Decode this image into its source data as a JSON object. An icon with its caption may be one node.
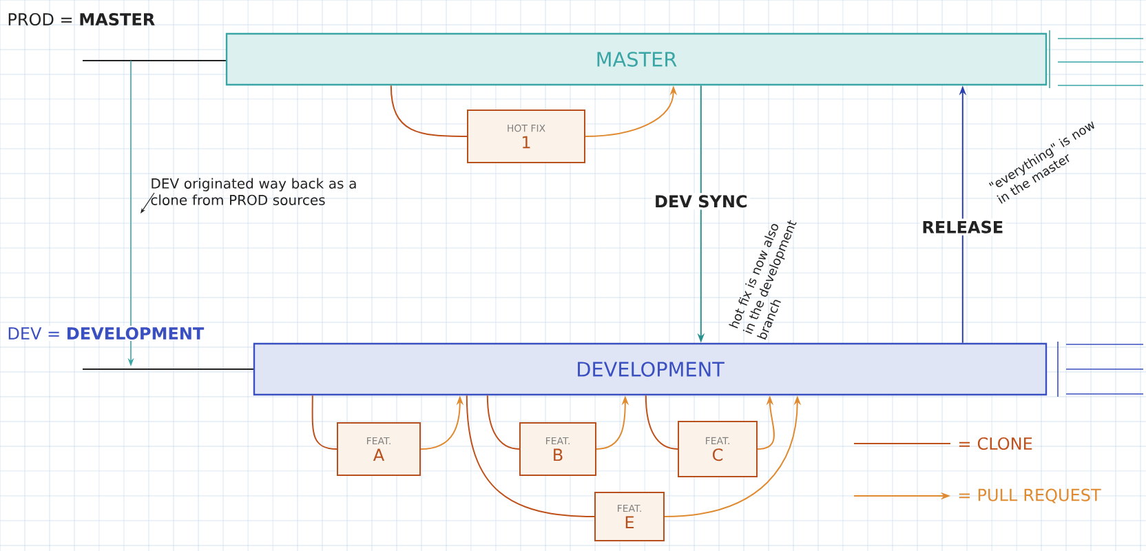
{
  "diagram": {
    "nodes": [
      {
        "text": [
          "MASTER"
        ]
      },
      {
        "text": [
          "HOT FIX",
          "1"
        ]
      },
      {
        "text": [
          "DEVELOPMENT"
        ]
      },
      {
        "text": [
          "FEAT.",
          "A"
        ]
      },
      {
        "text": [
          "FEAT.",
          "B"
        ]
      },
      {
        "text": [
          "FEAT.",
          "C"
        ]
      },
      {
        "text": [
          "FEAT.",
          "E"
        ]
      }
    ],
    "edges": [
      {
        "from": 0,
        "to": 1,
        "arrow": "none",
        "color": "#c0501a"
      },
      {
        "from": 1,
        "to": 0,
        "arrow": "to",
        "color": "#e08a30"
      },
      {
        "from": 0,
        "to": 2,
        "arrow": "to",
        "label": "DEV SYNC",
        "color": "#2a8f8f"
      },
      {
        "from": 2,
        "to": 0,
        "arrow": "to",
        "label": "RELEASE",
        "color": "#2a3fb0"
      },
      {
        "from": 2,
        "to": 3,
        "arrow": "none",
        "color": "#c0501a"
      },
      {
        "from": 3,
        "to": 2,
        "arrow": "to",
        "color": "#e08a30"
      },
      {
        "from": 2,
        "to": 4,
        "arrow": "none",
        "color": "#c0501a"
      },
      {
        "from": 4,
        "to": 2,
        "arrow": "to",
        "color": "#e08a30"
      },
      {
        "from": 2,
        "to": 5,
        "arrow": "none",
        "color": "#c0501a"
      },
      {
        "from": 5,
        "to": 2,
        "arrow": "to",
        "color": "#e08a30"
      },
      {
        "from": 2,
        "to": 6,
        "arrow": "none",
        "color": "#c0501a"
      },
      {
        "from": 6,
        "to": 2,
        "arrow": "to",
        "color": "#e08a30"
      }
    ],
    "labels": [
      "PROD = **MASTER**",
      "DEV originated way back as a clone from PROD sources",
      "hot fix is now also in the development branch",
      "\"everything\" is now in the master",
      "DEV = **DEVELOPMENT**"
    ],
    "legend": [
      {
        "text": "= CLONE"
      },
      {
        "text": "= PULL REQUEST"
      }
    ]
  }
}
